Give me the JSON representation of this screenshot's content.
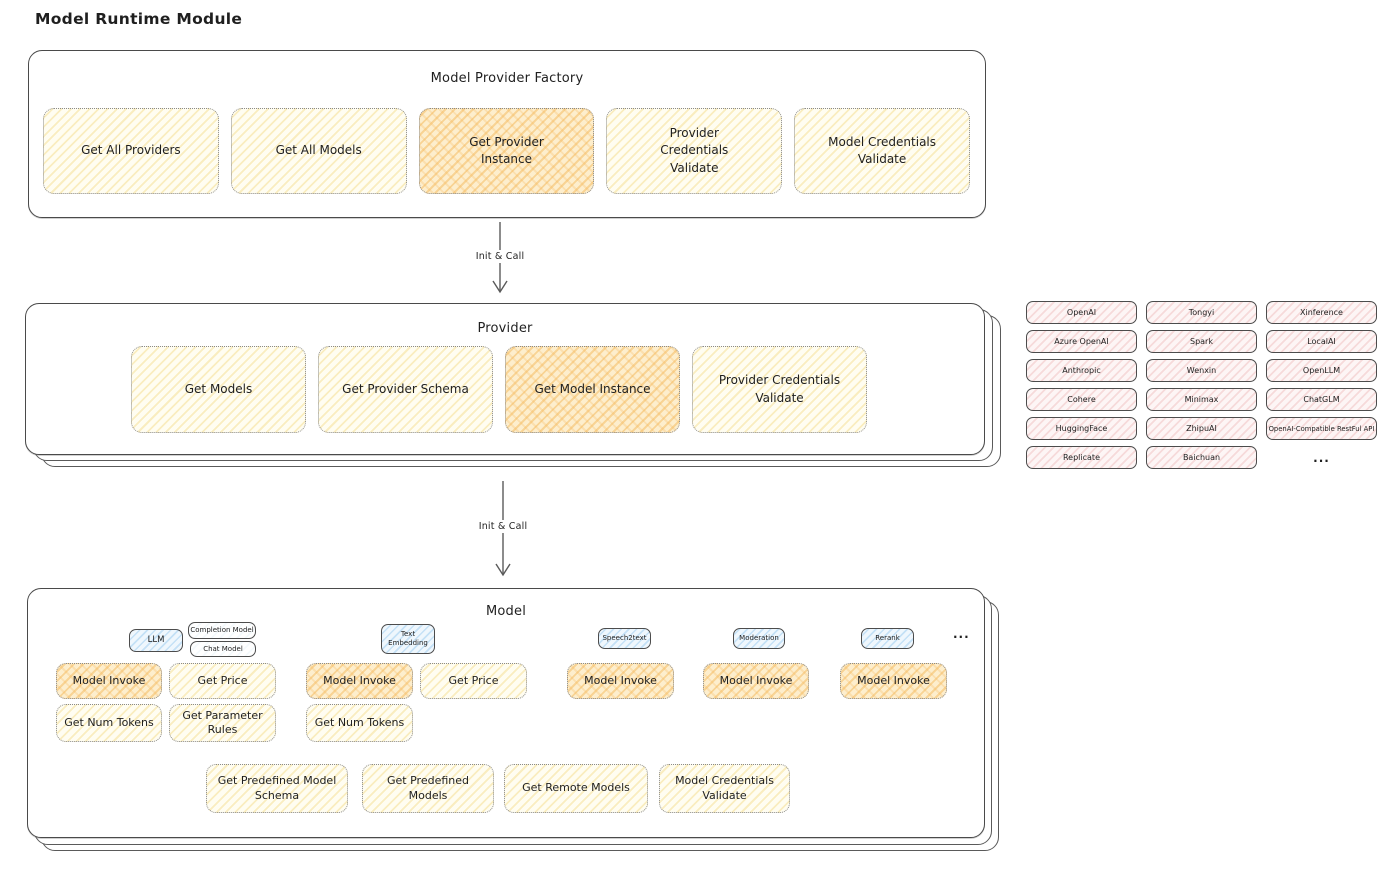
{
  "title": "Model Runtime Module",
  "factory": {
    "title": "Model Provider Factory",
    "methods": [
      {
        "label": "Get All Providers",
        "highlighted": false
      },
      {
        "label": "Get All Models",
        "highlighted": false
      },
      {
        "label": "Get Provider Instance",
        "highlighted": true
      },
      {
        "label": "Provider Credentials Validate",
        "highlighted": false
      },
      {
        "label": "Model Credentials Validate",
        "highlighted": false
      }
    ]
  },
  "arrow_factory_provider": {
    "label": "Init & Call"
  },
  "provider": {
    "title": "Provider",
    "methods": [
      {
        "label": "Get Models",
        "highlighted": false
      },
      {
        "label": "Get Provider Schema",
        "highlighted": false
      },
      {
        "label": "Get Model Instance",
        "highlighted": true
      },
      {
        "label": "Provider Credentials Validate",
        "highlighted": false
      }
    ]
  },
  "provider_list": {
    "columns": [
      [
        "OpenAI",
        "Azure OpenAI",
        "Anthropic",
        "Cohere",
        "HuggingFace",
        "Replicate"
      ],
      [
        "Tongyi",
        "Spark",
        "Wenxin",
        "Minimax",
        "ZhipuAI",
        "Baichuan"
      ],
      [
        "Xinference",
        "LocalAI",
        "OpenLLM",
        "ChatGLM",
        "OpenAI-Compatible RestFul API"
      ]
    ],
    "more_label": "..."
  },
  "arrow_provider_model": {
    "label": "Init & Call"
  },
  "model": {
    "title": "Model",
    "type_tags": [
      {
        "label": "LLM",
        "style": "blue"
      },
      {
        "label": "Completion Model",
        "style": "white"
      },
      {
        "label": "Chat Model",
        "style": "white"
      },
      {
        "label": "Text Embedding",
        "style": "blue"
      },
      {
        "label": "Speech2text",
        "style": "blue"
      },
      {
        "label": "Moderation",
        "style": "blue"
      },
      {
        "label": "Rerank",
        "style": "blue"
      }
    ],
    "more_label": "...",
    "ops_row1": [
      {
        "label": "Model Invoke",
        "highlighted": true
      },
      {
        "label": "Get Price",
        "highlighted": false
      },
      {
        "label": "Model Invoke",
        "highlighted": true
      },
      {
        "label": "Get Price",
        "highlighted": false
      },
      {
        "label": "Model Invoke",
        "highlighted": true
      },
      {
        "label": "Model Invoke",
        "highlighted": true
      },
      {
        "label": "Model Invoke",
        "highlighted": true
      }
    ],
    "ops_row2": [
      {
        "label": "Get Num Tokens",
        "highlighted": false
      },
      {
        "label": "Get Parameter Rules",
        "highlighted": false
      },
      {
        "label": "Get Num Tokens",
        "highlighted": false
      }
    ],
    "ops_row3": [
      {
        "label": "Get Predefined Model Schema",
        "highlighted": false
      },
      {
        "label": "Get Predefined Models",
        "highlighted": false
      },
      {
        "label": "Get Remote Models",
        "highlighted": false
      },
      {
        "label": "Model Credentials Validate",
        "highlighted": false
      }
    ]
  },
  "colors": {
    "stroke": "#4a4a4a",
    "yellow_fill": "#fdf2cf",
    "highlight_fill": "#f6c26d",
    "pink_fill": "#f8dcdc",
    "blue_fill": "#cfe7f7"
  }
}
